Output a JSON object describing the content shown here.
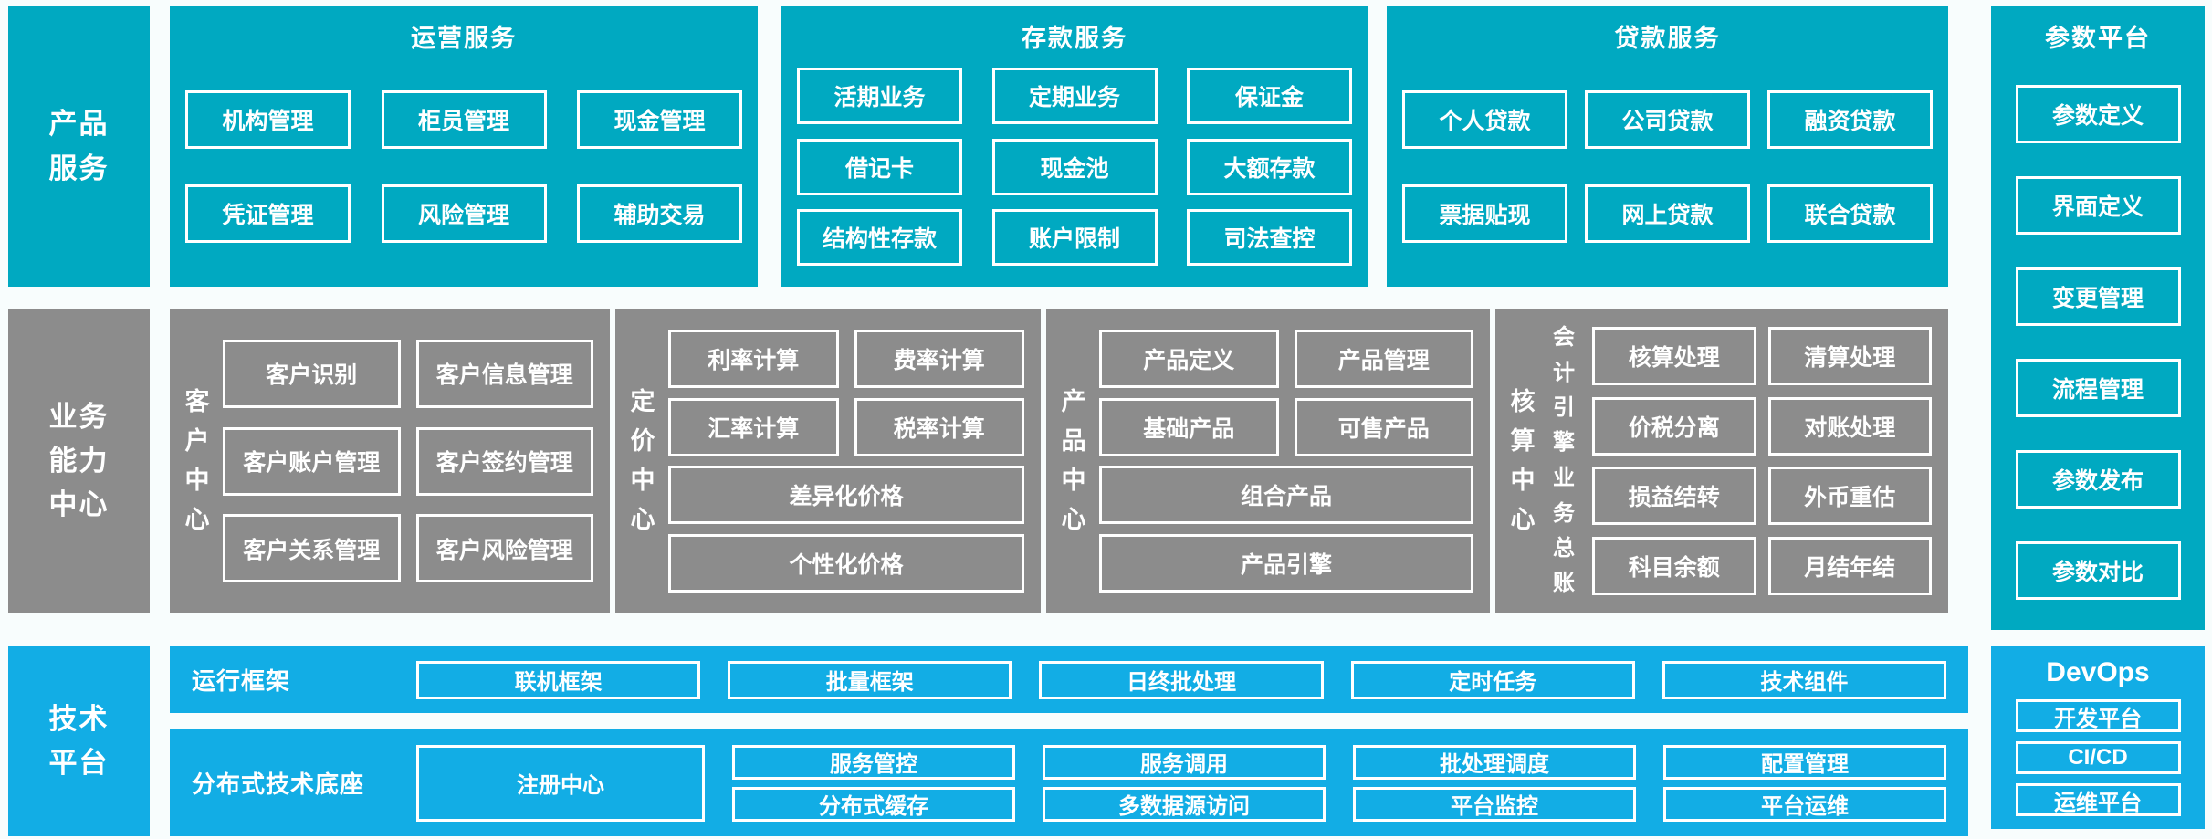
{
  "colors": {
    "teal": "#00a9c1",
    "gray": "#8c8c8c",
    "bright_blue": "#12ade5",
    "background": "#f8fdfd",
    "box_border": "#ffffff",
    "text": "#ffffff"
  },
  "row1": {
    "side_label": [
      "产品",
      "服务"
    ],
    "ops": {
      "title": "运营服务",
      "boxes": [
        [
          "机构管理",
          "柜员管理",
          "现金管理"
        ],
        [
          "凭证管理",
          "风险管理",
          "辅助交易"
        ]
      ]
    },
    "deposit": {
      "title": "存款服务",
      "boxes": [
        [
          "活期业务",
          "定期业务",
          "保证金"
        ],
        [
          "借记卡",
          "现金池",
          "大额存款"
        ],
        [
          "结构性存款",
          "账户限制",
          "司法查控"
        ]
      ]
    },
    "loan": {
      "title": "贷款服务",
      "boxes": [
        [
          "个人贷款",
          "公司贷款",
          "融资贷款"
        ],
        [
          "票据贴现",
          "网上贷款",
          "联合贷款"
        ]
      ]
    },
    "param": {
      "title": "参数平台",
      "boxes": [
        "参数定义",
        "界面定义",
        "变更管理",
        "流程管理",
        "参数发布",
        "参数对比"
      ]
    }
  },
  "row2": {
    "side_label": [
      "业务",
      "能力",
      "中心"
    ],
    "customer": {
      "label": "客户中心",
      "boxes": [
        [
          "客户识别",
          "客户信息管理"
        ],
        [
          "客户账户管理",
          "客户签约管理"
        ],
        [
          "客户关系管理",
          "客户风险管理"
        ]
      ]
    },
    "pricing": {
      "label": "定价中心",
      "boxes": [
        [
          "利率计算",
          "费率计算"
        ],
        [
          "汇率计算",
          "税率计算"
        ]
      ],
      "wide": [
        "差异化价格",
        "个性化价格"
      ]
    },
    "product": {
      "label": "产品中心",
      "boxes": [
        [
          "产品定义",
          "产品管理"
        ],
        [
          "基础产品",
          "可售产品"
        ]
      ],
      "wide": [
        "组合产品",
        "产品引擎"
      ]
    },
    "accounting": {
      "label": "核算中心",
      "groups": [
        {
          "label": "会计引擎",
          "boxes": [
            [
              "核算处理",
              "清算处理"
            ],
            [
              "价税分离",
              "对账处理"
            ]
          ]
        },
        {
          "label": "业务总账",
          "boxes": [
            [
              "损益结转",
              "外币重估"
            ],
            [
              "科目余额",
              "月结年结"
            ]
          ]
        }
      ]
    }
  },
  "row3": {
    "side_label": [
      "技术",
      "平台"
    ],
    "runtime": {
      "label": "运行框架",
      "boxes": [
        "联机框架",
        "批量框架",
        "日终批处理",
        "定时任务",
        "技术组件"
      ]
    },
    "dist": {
      "label": "分布式技术底座",
      "registry": "注册中心",
      "cols": [
        [
          "服务管控",
          "分布式缓存"
        ],
        [
          "服务调用",
          "多数据源访问"
        ],
        [
          "批处理调度",
          "平台监控"
        ],
        [
          "配置管理",
          "平台运维"
        ]
      ]
    },
    "devops": {
      "title": "DevOps",
      "boxes": [
        "开发平台",
        "CI/CD",
        "运维平台"
      ]
    }
  }
}
